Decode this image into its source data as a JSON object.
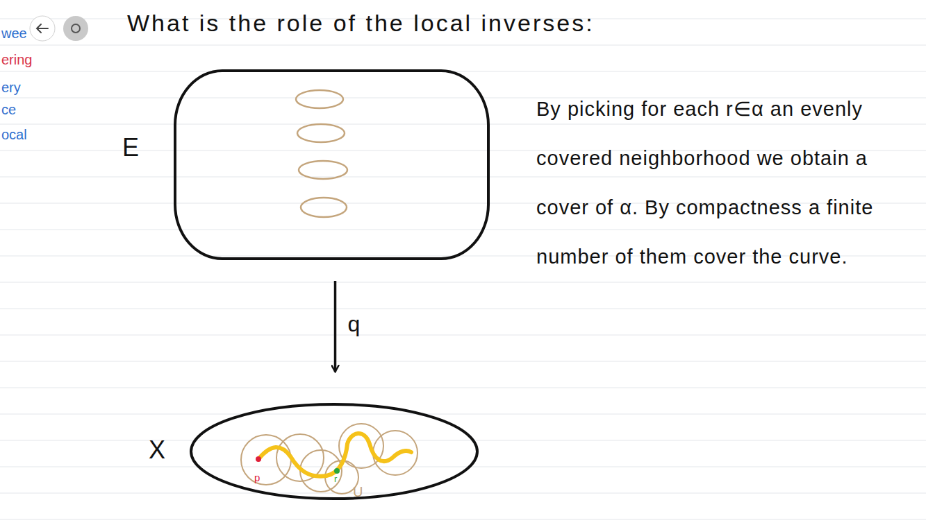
{
  "diagram": {
    "title": "What is the role of the local inverses:",
    "nodes": [
      {
        "text": [
          "E"
        ]
      },
      {
        "text": [
          "X"
        ]
      }
    ],
    "edges": [
      {
        "from": 0,
        "to": 1,
        "label": "q",
        "arrow": "to"
      }
    ],
    "labels": [
      "By picking for each r∈α an evenly covered neighborhood we obtain a cover of α. By compactness a finite number of them cover the curve.",
      "p",
      "r",
      "U",
      "wee",
      "ering",
      "ery",
      "ce",
      "ocal"
    ]
  }
}
